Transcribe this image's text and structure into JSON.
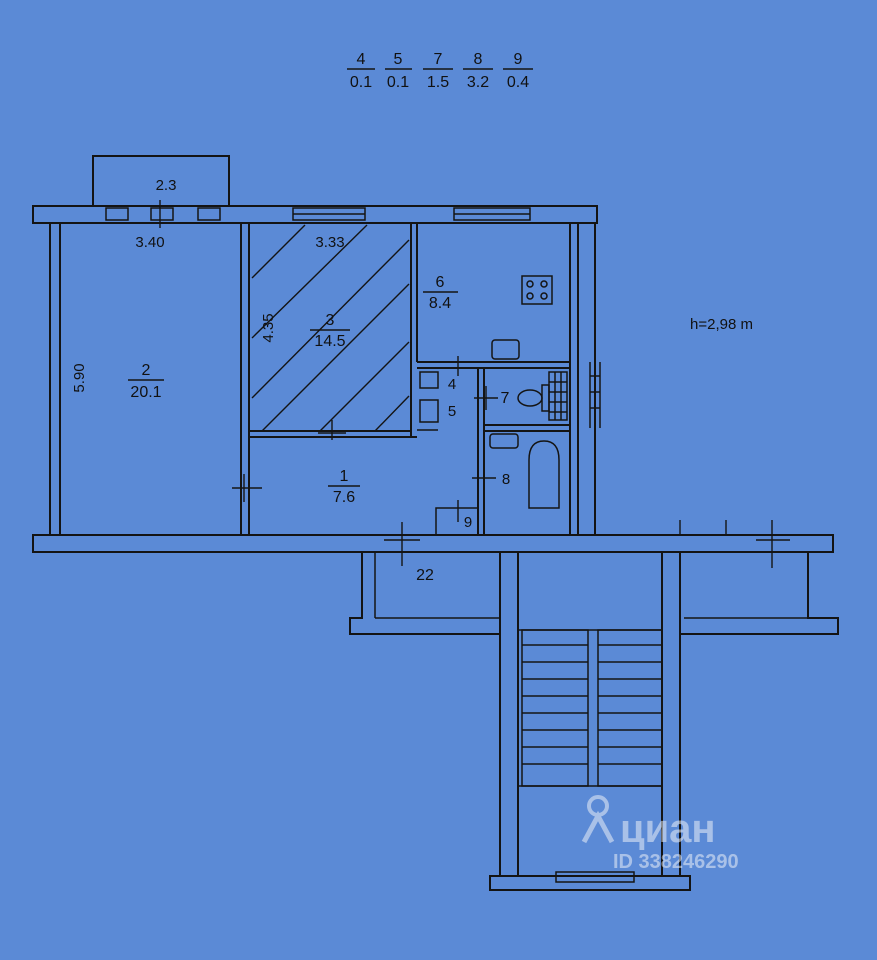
{
  "header": {
    "fractions": [
      {
        "num": "4",
        "den": "0.1"
      },
      {
        "num": "5",
        "den": "0.1"
      },
      {
        "num": "7",
        "den": "1.5"
      },
      {
        "num": "8",
        "den": "3.2"
      },
      {
        "num": "9",
        "den": "0.4"
      }
    ]
  },
  "ceiling_height": "h=2,98 m",
  "rooms": {
    "r2": {
      "num": "2",
      "area": "20.1"
    },
    "r3": {
      "num": "3",
      "area": "14.5"
    },
    "r6": {
      "num": "6",
      "area": "8.4"
    },
    "r1": {
      "num": "1",
      "area": "7.6"
    }
  },
  "small_labels": {
    "l4": "4",
    "l5": "5",
    "l7": "7",
    "l8": "8",
    "l9": "9",
    "l22": "22"
  },
  "dimensions": {
    "balcony": "2.3",
    "r2_width": "3.40",
    "r3_width": "3.33",
    "r2_length": "5.90",
    "r3_length": "4.35"
  },
  "watermark": {
    "brand": "циан",
    "id": "ID 338246290"
  },
  "colors": {
    "background": "#5b8ad6",
    "lines": "#141414"
  }
}
